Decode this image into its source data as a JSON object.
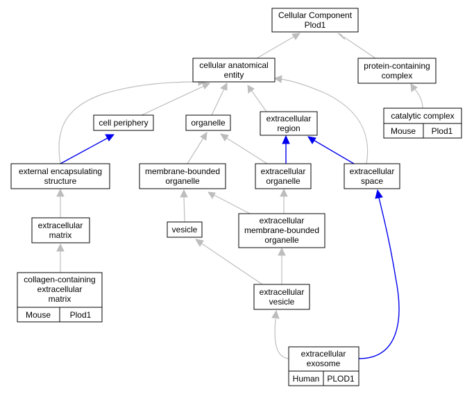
{
  "colors": {
    "mouse_cell": "#add8e6",
    "human_cell": "#fa6448",
    "is_a_edge": "#bdbdbd",
    "part_of_edge": "#0000ee"
  },
  "nodes": {
    "root": [
      "Cellular Component",
      "Plod1"
    ],
    "cellular_anatomical_entity": [
      "cellular anatomical",
      "entity"
    ],
    "protein_containing_complex": [
      "protein-containing",
      "complex"
    ],
    "catalytic_complex": [
      "catalytic complex"
    ],
    "cell_periphery": [
      "cell periphery"
    ],
    "organelle": [
      "organelle"
    ],
    "extracellular_region": [
      "extracellular",
      "region"
    ],
    "external_encapsulating_structure": [
      "external encapsulating",
      "structure"
    ],
    "membrane_bounded_organelle": [
      "membrane-bounded",
      "organelle"
    ],
    "extracellular_organelle": [
      "extracellular",
      "organelle"
    ],
    "extracellular_space": [
      "extracellular",
      "space"
    ],
    "extracellular_matrix": [
      "extracellular",
      "matrix"
    ],
    "vesicle": [
      "vesicle"
    ],
    "extracellular_membrane_bounded_organelle": [
      "extracellular",
      "membrane-bounded",
      "organelle"
    ],
    "collagen_containing_extracellular_matrix": [
      "collagen-containing",
      "extracellular",
      "matrix"
    ],
    "extracellular_vesicle": [
      "extracellular",
      "vesicle"
    ],
    "extracellular_exosome": [
      "extracellular",
      "exosome"
    ]
  },
  "annotations": {
    "catalytic_complex": [
      "Mouse",
      "Plod1"
    ],
    "collagen_containing_extracellular_matrix": [
      "Mouse",
      "Plod1"
    ],
    "extracellular_exosome": [
      "Human",
      "PLOD1"
    ]
  }
}
